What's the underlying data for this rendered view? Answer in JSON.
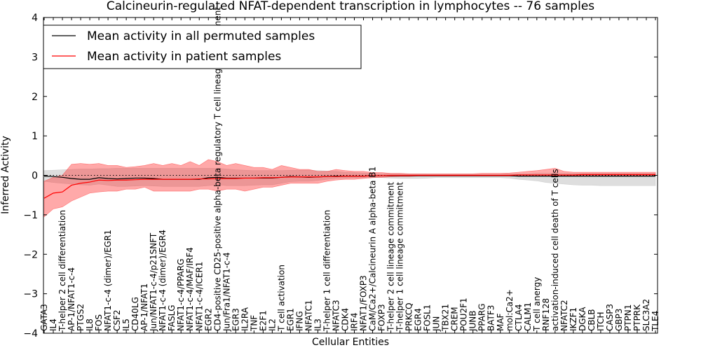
{
  "chart_data": {
    "type": "line",
    "title": "Calcineurin-regulated NFAT-dependent transcription in lymphocytes -- 76 samples",
    "xlabel": "Cellular Entities",
    "ylabel": "Inferred Activity",
    "ylim": [
      -4,
      4
    ],
    "yticks": [
      -4,
      -3,
      -2,
      -1,
      0,
      1,
      2,
      3,
      4
    ],
    "grid": false,
    "legend_position": "top-left",
    "reference_line": 0,
    "categories": [
      "GATA3",
      "IL4",
      "T-helper 2 cell differentiation",
      "AP-1/NFAT1-c-4",
      "PTGS2",
      "IL8",
      "FOS",
      "NFAT1-c-4 (dimer)/EGR1",
      "CSF2",
      "IL5",
      "CD40LG",
      "AP-1/NFAT1",
      "Jun/NFAT1-c-4/p21SNFT",
      "NFAT1-c-4 (dimer)/EGR4",
      "FASLG",
      "NFAT1-c-4/PPARG",
      "NFAT1-c-4/MAF/IRF4",
      "NFAT1-c-4/ICER1",
      "EGR2",
      "CD4-positive CD25-positive alpha-beta regulatory T cell lineage commitment",
      "Jun/Fra1/NFAT1-c-4",
      "EGR3",
      "IL2RA",
      "TNF",
      "E2F1",
      "IL2",
      "T cell activation",
      "EGR1",
      "IFNG",
      "NFATC1",
      "IL3",
      "T-helper 1 cell differentiation",
      "NFATC3",
      "CDK4",
      "IRF4",
      "NFAT1/FOXP3",
      "CaM/Ca2+/Calcineurin A alpha-beta B1",
      "FOXP3",
      "T-helper 2 cell lineage commitment",
      "T-helper 1 cell lineage commitment",
      "PRKCQ",
      "EGR4",
      "FOSL1",
      "JUN",
      "TBX21",
      "CREM",
      "POU2F1",
      "JUNB",
      "PPARG",
      "BATF3",
      "MAF",
      "mol:Ca2+",
      "CTLA4",
      "CALM1",
      "T cell anergy",
      "RNF128",
      "activation-induced cell death of T cells",
      "NFATC2",
      "IKZF1",
      "DGKA",
      "CBLB",
      "ITCH",
      "CASP3",
      "GBP3",
      "PTPN1",
      "PTPRK",
      "SLC3A2",
      "TLE4"
    ],
    "series": [
      {
        "name": "Mean activity in all permuted samples",
        "color": "#000000",
        "values": [
          -0.02,
          -0.03,
          -0.05,
          -0.08,
          -0.1,
          -0.1,
          -0.06,
          -0.08,
          -0.09,
          -0.08,
          -0.07,
          -0.07,
          -0.08,
          -0.1,
          -0.1,
          -0.1,
          -0.1,
          -0.1,
          -0.06,
          -0.05,
          -0.07,
          -0.07,
          -0.07,
          -0.07,
          -0.07,
          -0.07,
          -0.05,
          -0.03,
          -0.04,
          -0.05,
          -0.04,
          -0.03,
          -0.02,
          -0.02,
          -0.02,
          -0.02,
          -0.01,
          -0.01,
          -0.01,
          -0.01,
          -0.01,
          -0.01,
          -0.01,
          -0.01,
          -0.01,
          -0.01,
          -0.01,
          -0.01,
          -0.01,
          -0.01,
          -0.01,
          -0.01,
          -0.02,
          -0.02,
          -0.02,
          -0.02,
          -0.02,
          -0.02,
          -0.02,
          -0.02,
          -0.02,
          -0.02,
          -0.02,
          -0.02,
          -0.02,
          -0.02,
          -0.02,
          -0.02
        ],
        "lower": [
          -0.15,
          -0.18,
          -0.2,
          -0.22,
          -0.24,
          -0.25,
          -0.22,
          -0.25,
          -0.28,
          -0.28,
          -0.27,
          -0.26,
          -0.27,
          -0.28,
          -0.28,
          -0.28,
          -0.28,
          -0.28,
          -0.26,
          -0.24,
          -0.26,
          -0.26,
          -0.26,
          -0.25,
          -0.24,
          -0.24,
          -0.2,
          -0.16,
          -0.15,
          -0.15,
          -0.13,
          -0.1,
          -0.08,
          -0.07,
          -0.06,
          -0.06,
          -0.06,
          -0.06,
          -0.07,
          -0.08,
          -0.08,
          -0.08,
          -0.07,
          -0.06,
          -0.06,
          -0.06,
          -0.06,
          -0.06,
          -0.06,
          -0.06,
          -0.06,
          -0.07,
          -0.1,
          -0.12,
          -0.14,
          -0.18,
          -0.2,
          -0.22,
          -0.24,
          -0.25,
          -0.25,
          -0.26,
          -0.26,
          -0.26,
          -0.26,
          -0.26,
          -0.26,
          -0.26
        ],
        "upper": [
          0.12,
          0.13,
          0.14,
          0.15,
          0.16,
          0.16,
          0.17,
          0.17,
          0.18,
          0.18,
          0.18,
          0.18,
          0.18,
          0.18,
          0.18,
          0.18,
          0.18,
          0.18,
          0.18,
          0.18,
          0.16,
          0.14,
          0.13,
          0.12,
          0.12,
          0.12,
          0.12,
          0.13,
          0.13,
          0.13,
          0.12,
          0.11,
          0.1,
          0.08,
          0.07,
          0.06,
          0.05,
          0.04,
          0.04,
          0.04,
          0.04,
          0.04,
          0.03,
          0.03,
          0.03,
          0.03,
          0.03,
          0.03,
          0.03,
          0.03,
          0.03,
          0.04,
          0.04,
          0.04,
          0.05,
          0.05,
          0.05,
          0.05,
          0.05,
          0.05,
          0.05,
          0.05,
          0.05,
          0.05,
          0.05,
          0.05,
          0.05,
          0.05
        ]
      },
      {
        "name": "Mean activity in patient samples",
        "color": "#ff0000",
        "values": [
          -0.58,
          -0.45,
          -0.42,
          -0.25,
          -0.2,
          -0.17,
          -0.12,
          -0.13,
          -0.12,
          -0.12,
          -0.11,
          -0.1,
          -0.1,
          -0.1,
          -0.1,
          -0.1,
          -0.1,
          -0.09,
          -0.09,
          -0.08,
          -0.08,
          -0.08,
          -0.07,
          -0.07,
          -0.06,
          -0.06,
          -0.05,
          -0.04,
          -0.04,
          -0.04,
          -0.04,
          -0.03,
          -0.03,
          -0.02,
          -0.02,
          -0.02,
          -0.01,
          -0.01,
          0.0,
          0.0,
          0.0,
          0.0,
          0.0,
          0.0,
          0.0,
          0.0,
          0.0,
          0.0,
          0.0,
          0.0,
          0.0,
          0.0,
          0.01,
          0.01,
          0.01,
          0.01,
          0.01,
          0.01,
          0.01,
          0.02,
          0.02,
          0.02,
          0.02,
          0.02,
          0.02,
          0.02,
          0.02,
          0.02
        ],
        "lower": [
          -1.05,
          -0.85,
          -0.8,
          -0.65,
          -0.55,
          -0.45,
          -0.42,
          -0.4,
          -0.4,
          -0.35,
          -0.35,
          -0.3,
          -0.4,
          -0.4,
          -0.4,
          -0.4,
          -0.4,
          -0.35,
          -0.35,
          -0.4,
          -0.35,
          -0.35,
          -0.4,
          -0.35,
          -0.3,
          -0.3,
          -0.25,
          -0.2,
          -0.2,
          -0.2,
          -0.2,
          -0.15,
          -0.12,
          -0.1,
          -0.1,
          -0.08,
          -0.06,
          -0.05,
          -0.04,
          -0.03,
          -0.03,
          -0.02,
          -0.02,
          -0.02,
          -0.02,
          -0.02,
          -0.02,
          -0.02,
          -0.02,
          -0.02,
          -0.02,
          -0.02,
          -0.02,
          -0.02,
          -0.02,
          -0.02,
          -0.02,
          -0.01,
          -0.01,
          -0.01,
          -0.01,
          -0.01,
          -0.01,
          -0.01,
          -0.01,
          -0.01,
          -0.01,
          -0.01
        ],
        "upper": [
          -0.15,
          -0.05,
          0.0,
          0.28,
          0.3,
          0.28,
          0.3,
          0.25,
          0.25,
          0.2,
          0.22,
          0.25,
          0.3,
          0.25,
          0.3,
          0.25,
          0.35,
          0.25,
          0.4,
          0.35,
          0.25,
          0.3,
          0.25,
          0.2,
          0.2,
          0.15,
          0.25,
          0.2,
          0.15,
          0.15,
          0.1,
          0.1,
          0.15,
          0.12,
          0.1,
          0.1,
          0.07,
          0.07,
          0.05,
          0.05,
          0.04,
          0.04,
          0.04,
          0.04,
          0.04,
          0.04,
          0.04,
          0.04,
          0.05,
          0.05,
          0.05,
          0.06,
          0.08,
          0.1,
          0.12,
          0.15,
          0.18,
          0.1,
          0.08,
          0.08,
          0.08,
          0.08,
          0.08,
          0.08,
          0.08,
          0.08,
          0.08,
          0.08
        ]
      }
    ]
  }
}
